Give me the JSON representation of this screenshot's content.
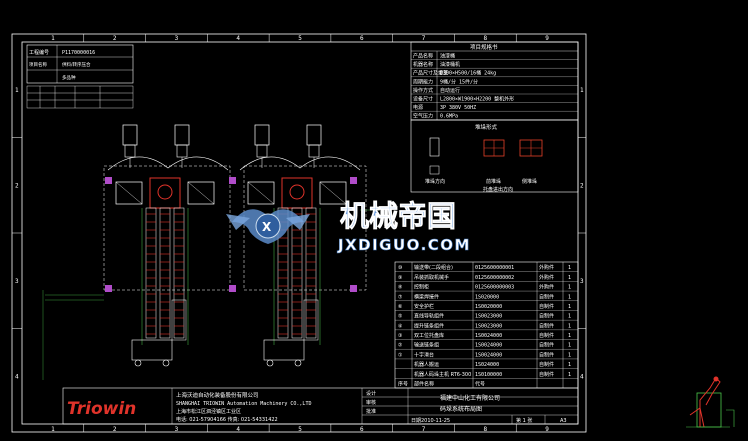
{
  "drawing": {
    "grid_cols": [
      "1",
      "2",
      "3",
      "4",
      "5",
      "6",
      "7",
      "8",
      "9"
    ],
    "grid_rows": [
      "1",
      "2",
      "3",
      "4"
    ],
    "top_left": {
      "rows": [
        {
          "label": "工程编号",
          "value": "P1170000016"
        },
        {
          "label": "项目名称",
          "value": "供料/转序压合"
        },
        {
          "label": "",
          "value": "多品种"
        }
      ]
    },
    "product_params": {
      "header": "项目规格书",
      "rows": [
        {
          "label": "产品名称",
          "value": "油漆桶"
        },
        {
          "label": "机器名称",
          "value": "油漆桶机"
        },
        {
          "label": "产品尺寸及重量",
          "value": "Ø300×H500/16桶 24kg"
        },
        {
          "label": "周期能力",
          "value": "9桶/分 15件/分"
        },
        {
          "label": "操作方式",
          "value": "自动运行"
        },
        {
          "label": "设备尺寸",
          "value": "L2800×W1900×H2200 整机外形"
        },
        {
          "label": "电源",
          "value": "3P 380V 50HZ"
        },
        {
          "label": "空气压力",
          "value": "0.6MPa"
        }
      ]
    },
    "stack_labels": {
      "caption_top": "堆垛形式",
      "direction_left": "堆垛方向",
      "mode_mid": "前堆垛",
      "mode_right": "侧堆垛",
      "caption_bottom": "托盘进出方向"
    },
    "bom": {
      "rows": [
        {
          "no": "⑩",
          "name": "输送带(二段组合)",
          "code": "0125600000001",
          "type": "外购件",
          "qty": "1"
        },
        {
          "no": "⑨",
          "name": "吊装抓取机械手",
          "code": "0125600000002",
          "type": "外购件",
          "qty": "1"
        },
        {
          "no": "⑧",
          "name": "控制柜",
          "code": "0125600000003",
          "type": "外购件",
          "qty": "1"
        },
        {
          "no": "⑦",
          "name": "横梁焊接件",
          "code": "1S020000",
          "type": "自制件",
          "qty": "1"
        },
        {
          "no": "⑥",
          "name": "安全护栏",
          "code": "1S0020000",
          "type": "自制件",
          "qty": "1"
        },
        {
          "no": "⑤",
          "name": "直线导轨组件",
          "code": "1S0023000",
          "type": "自制件",
          "qty": "1"
        },
        {
          "no": "④",
          "name": "提升链条组件",
          "code": "1S0023000",
          "type": "自制件",
          "qty": "1"
        },
        {
          "no": "③",
          "name": "双工位托盘库",
          "code": "1S0024000",
          "type": "自制件",
          "qty": "1"
        },
        {
          "no": "②",
          "name": "输送链条组",
          "code": "1S0024000",
          "type": "自制件",
          "qty": "1"
        },
        {
          "no": "①",
          "name": "十字滑台",
          "code": "1S0024000",
          "type": "自制件",
          "qty": "1"
        },
        {
          "no": "",
          "name": "机器人搬运",
          "code": "1S024000",
          "type": "自制件",
          "qty": "1"
        },
        {
          "no": "",
          "name": "机器人码垛主机 RT6-300",
          "code": "1S0100000",
          "type": "自制件",
          "qty": "1"
        }
      ],
      "header": {
        "no": "序号",
        "name": "部件名称",
        "code": "代号",
        "type": "",
        "qty": ""
      }
    },
    "title_block": {
      "logo": "Triowin",
      "company_cn": "上海沃迪自动化装备股份有限公司",
      "company_en": "SHANGHAI TRIOWIN Automation Machinery CO.,LTD",
      "address": "上海市松江区泗泾镇区工业区",
      "phone": "电话: 021-57904166  传真: 021-54331422",
      "designer_label": "设计",
      "check_label": "审核",
      "approve_label": "批准",
      "date": "日期2010-11-25",
      "customer": "福建中山化工有限公司",
      "drawing_title": "码垛系统布局图",
      "sheet": "第 1 张",
      "scale": "A3"
    },
    "watermark": {
      "text_cn": "机械帝国",
      "text_en": "JXDIGUO.COM"
    }
  }
}
